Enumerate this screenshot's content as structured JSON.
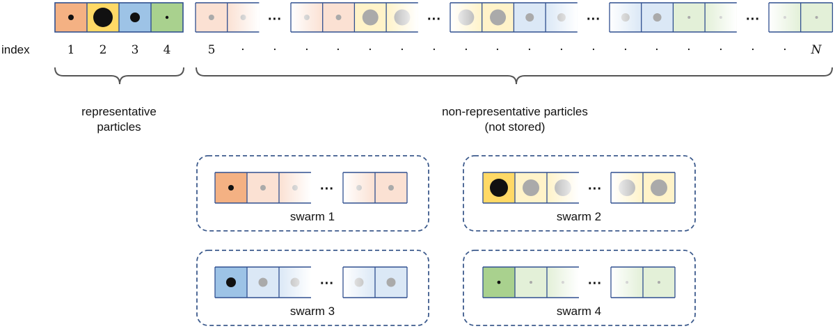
{
  "colors": {
    "swarm1": "#f4b183",
    "swarm2": "#ffd966",
    "swarm3": "#9dc3e6",
    "swarm4": "#a9d18e",
    "swarm1_light": "#fbe1d3",
    "swarm2_light": "#fff3c9",
    "swarm3_light": "#dbe8f6",
    "swarm4_light": "#e3f0d8",
    "border": "#2f4f8f",
    "dash_border": "#3c5a8c",
    "dot_black": "#111111",
    "dot_gray": "#aaaaaa"
  },
  "row_label": "index",
  "index_labels": {
    "representative": [
      "1",
      "2",
      "3",
      "4"
    ],
    "first_nonrep": "5",
    "ellipsis_dot": "·",
    "last": "N"
  },
  "ellipsis": "···",
  "brace_labels": {
    "representative": [
      "representative",
      "particles"
    ],
    "non_representative": [
      "non-representative particles",
      "(not stored)"
    ]
  },
  "swarms": [
    {
      "label": "swarm 1"
    },
    {
      "label": "swarm 2"
    },
    {
      "label": "swarm 3"
    },
    {
      "label": "swarm 4"
    }
  ]
}
